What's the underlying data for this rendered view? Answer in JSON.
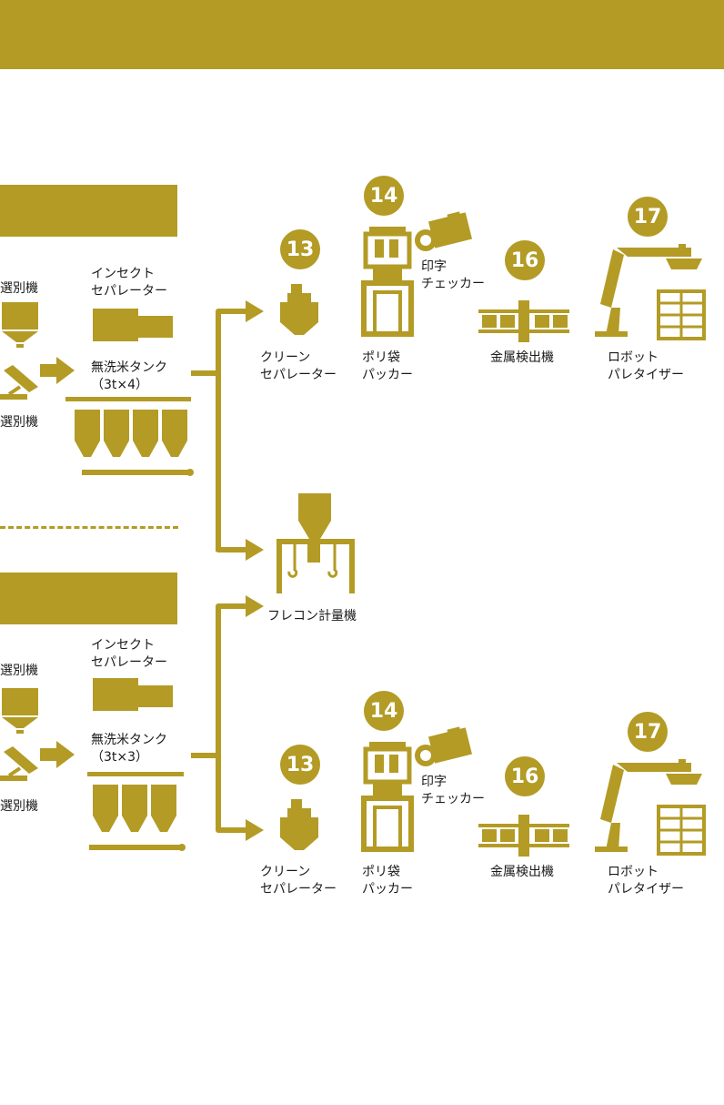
{
  "colors": {
    "accent": "#b39b25",
    "background": "#ffffff",
    "text": "#1a1a1a"
  },
  "top": {
    "labels": {
      "grain_sorter": "粒選別機",
      "metal_sorter": "属選別機",
      "insect_line1": "インセクト",
      "insect_line2": "セパレーター",
      "tank_line1": "無洗米タンク",
      "tank_line2": "（3t×4）",
      "clean_line1": "クリーン",
      "clean_line2": "セパレーター",
      "poly_line1": "ポリ袋",
      "poly_line2": "パッカー",
      "print_line1": "印字",
      "print_line2": "チェッカー",
      "metal_detector": "金属検出機",
      "robot_line1": "ロボット",
      "robot_line2": "パレタイザー"
    },
    "badges": {
      "clean": "13",
      "poly": "14",
      "metal": "16",
      "robot": "17"
    }
  },
  "middle": {
    "flecon": "フレコン計量機"
  },
  "bottom": {
    "labels": {
      "grain_sorter": "粒選別機",
      "metal_sorter": "属選別機",
      "insect_line1": "インセクト",
      "insect_line2": "セパレーター",
      "tank_line1": "無洗米タンク",
      "tank_line2": "（3t×3）",
      "clean_line1": "クリーン",
      "clean_line2": "セパレーター",
      "poly_line1": "ポリ袋",
      "poly_line2": "パッカー",
      "print_line1": "印字",
      "print_line2": "チェッカー",
      "metal_detector": "金属検出機",
      "robot_line1": "ロボット",
      "robot_line2": "パレタイザー"
    },
    "badges": {
      "clean": "13",
      "poly": "14",
      "metal": "16",
      "robot": "17"
    }
  }
}
